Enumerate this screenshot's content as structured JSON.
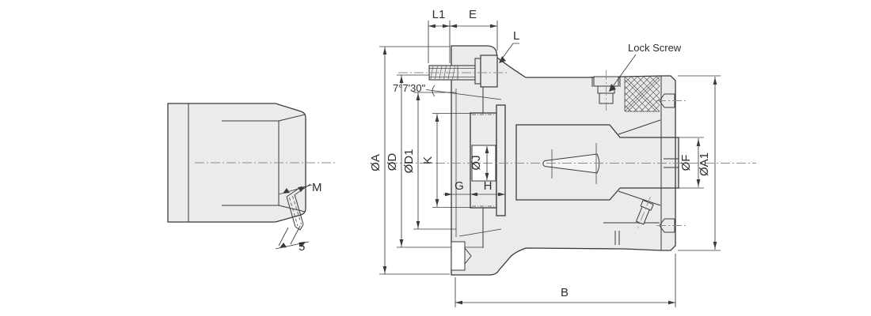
{
  "drawing": {
    "type": "technical-drawing",
    "background": "#ffffff",
    "line_color": "#3a3a3a",
    "fill_color": "#ebebeb",
    "centerline_color": "#8d8d8d",
    "annotations": {
      "lock_screw_label": "Lock Screw",
      "taper_angle": "7°7'30\""
    },
    "dimensions": {
      "top": {
        "l1": "L1",
        "e": "E",
        "l": "L"
      },
      "left": {
        "oa": "ØA",
        "od": "ØD",
        "od1": "ØD1",
        "k": "K",
        "oj": "ØJ",
        "g": "G",
        "h": "H"
      },
      "right": {
        "of": "ØF",
        "oa1": "ØA1"
      },
      "bottom": {
        "b": "B"
      },
      "side_view": {
        "m": "M",
        "five": "5"
      }
    }
  }
}
